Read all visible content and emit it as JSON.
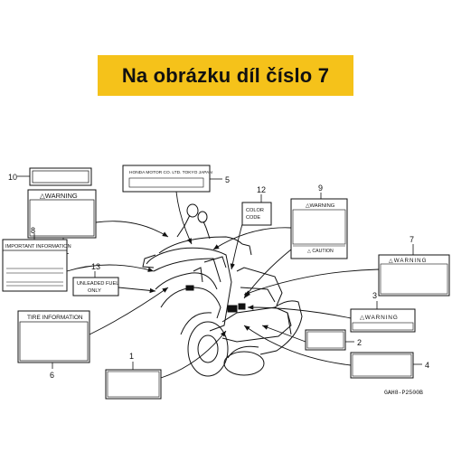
{
  "banner": {
    "text": "Na obrázku díl číslo 7",
    "background": "#f5c21a"
  },
  "labels": {
    "warning": "△WARNING",
    "warning_spaced": "△WARNING",
    "caution": "△ CAUTION",
    "important_information": "IMPORTANT INFORMATION",
    "tire_information": "TIRE INFORMATION",
    "unleaded_line1": "UNLEADED FUEL",
    "unleaded_line2": "ONLY",
    "color_line1": "COLOR",
    "color_line2": "CODE",
    "honda": "HONDA MOTOR CO. LTD. TOKYO JAPAN"
  },
  "callouts": {
    "n1": "1",
    "n2": "2",
    "n3": "3",
    "n4": "4",
    "n5": "5",
    "n6": "6",
    "n7": "7",
    "n8": "8",
    "n9": "9",
    "n10": "10",
    "n11": "11",
    "n12": "12",
    "n13": "13"
  },
  "figure_code": "GAH8-P2500B"
}
